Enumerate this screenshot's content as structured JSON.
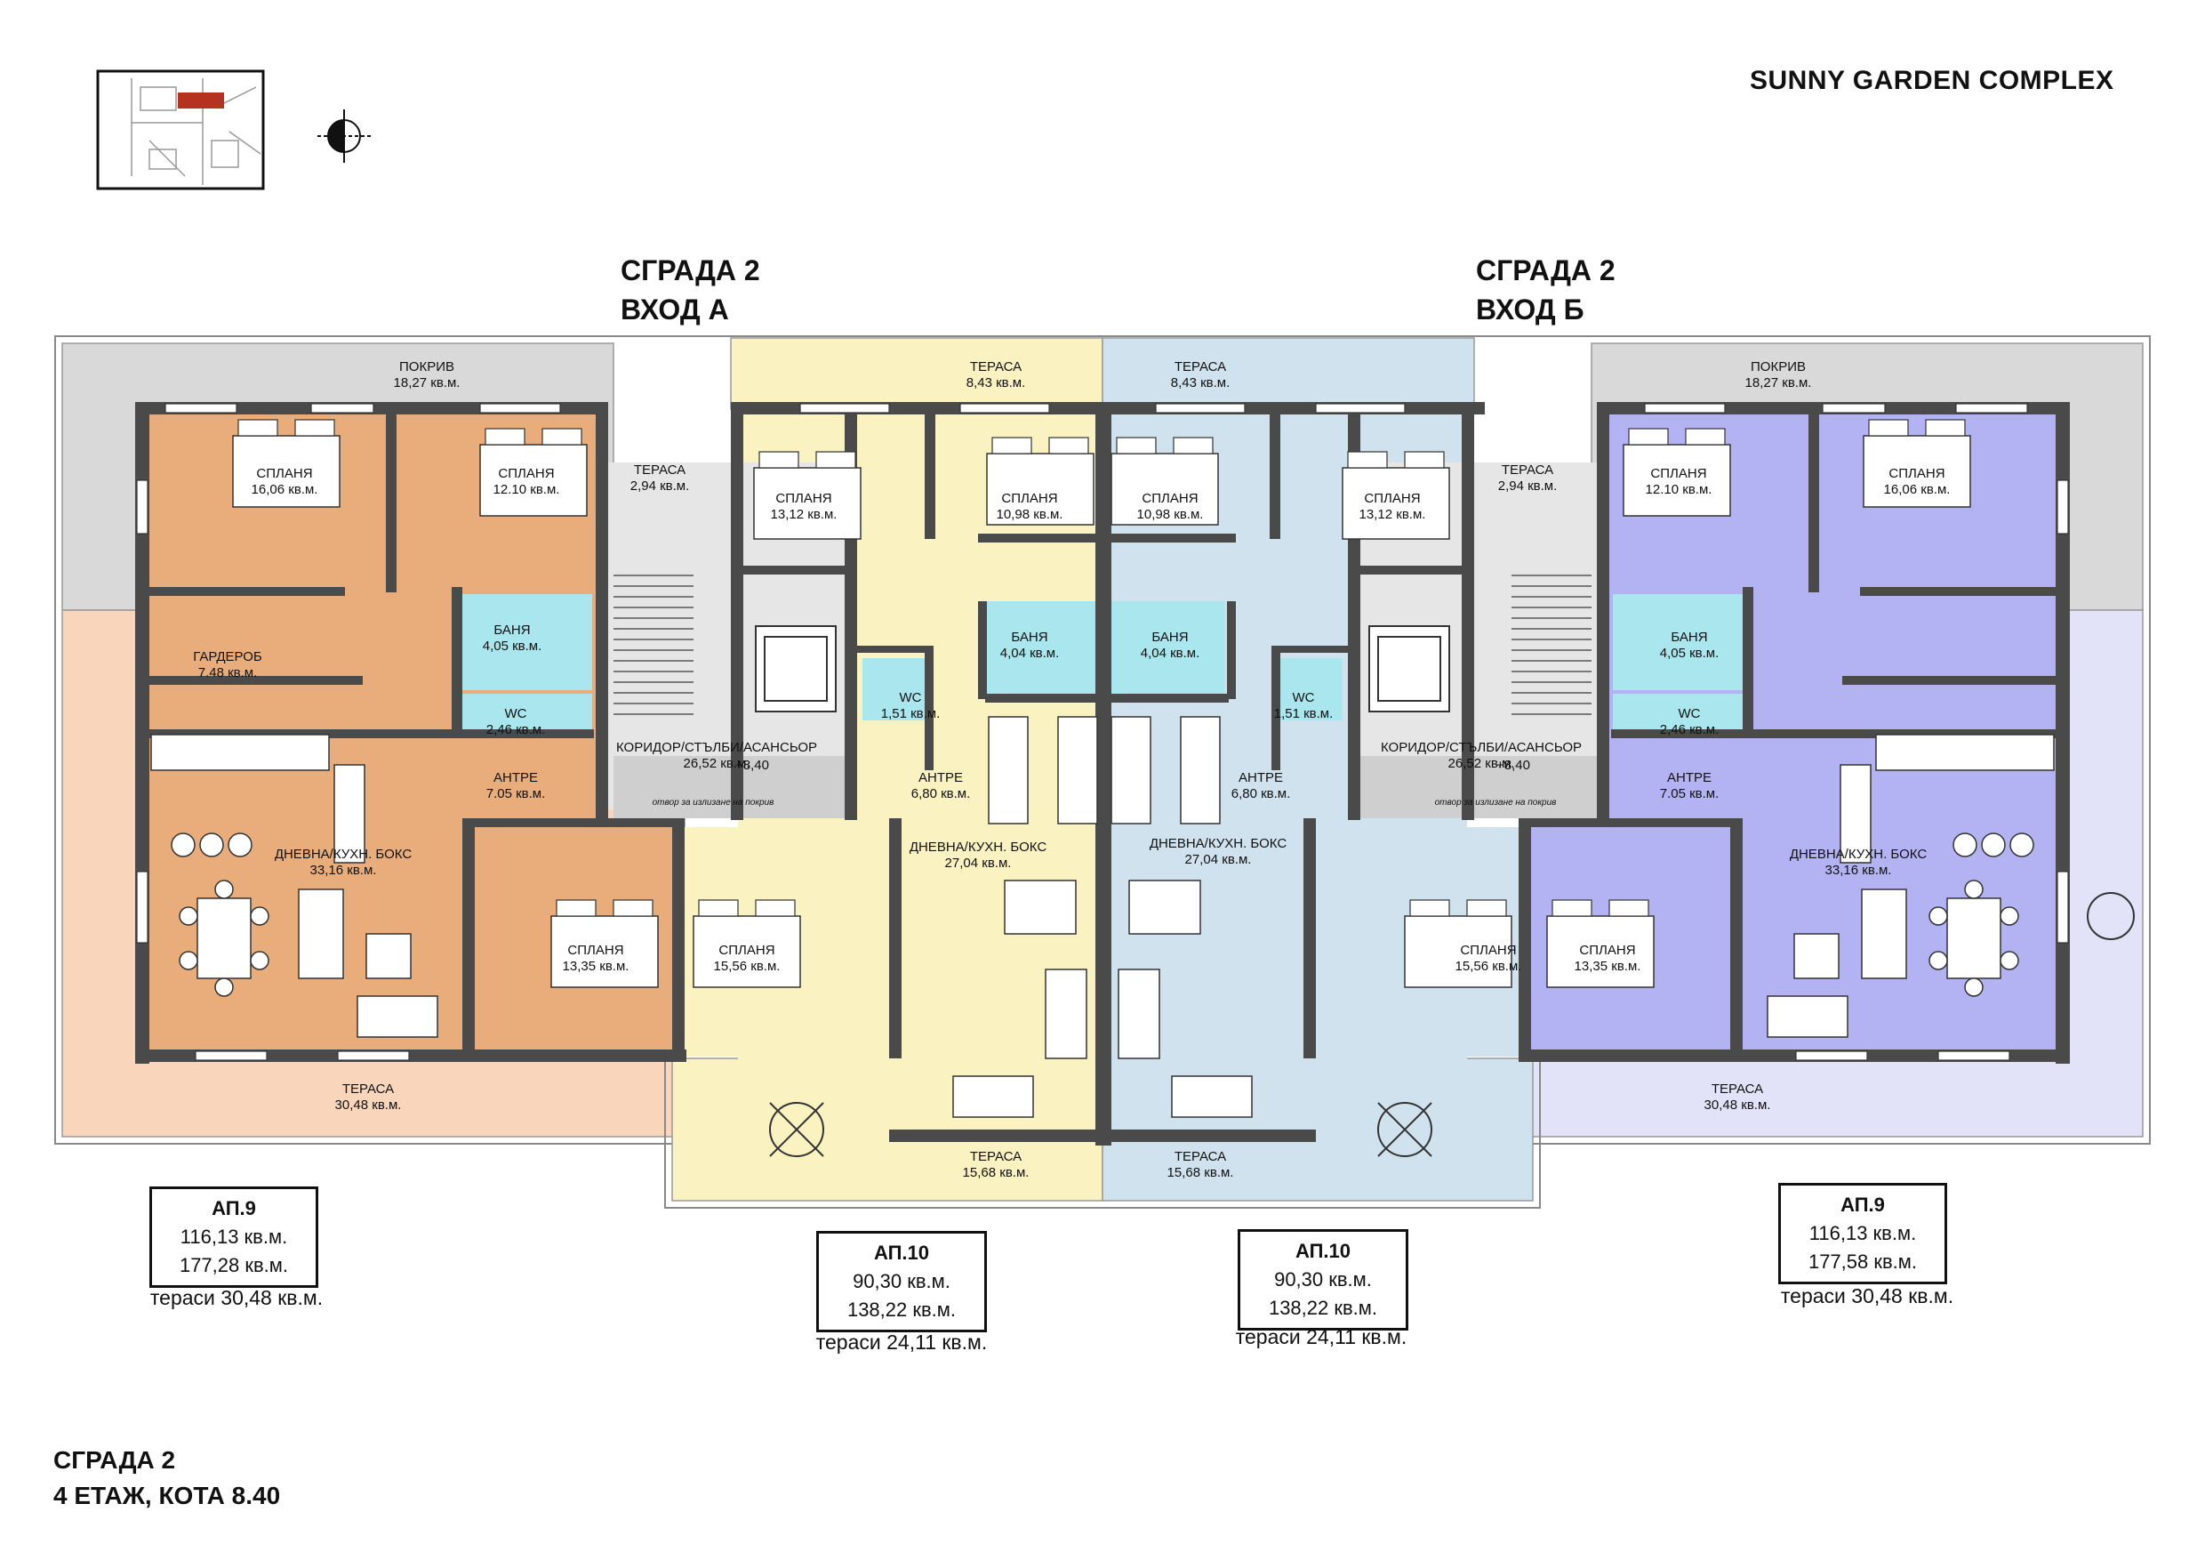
{
  "header": {
    "title": "SUNNY GARDEN COMPLEX"
  },
  "entrances": [
    {
      "line1": "СГРАДА 2",
      "line2": "ВХОД А"
    },
    {
      "line1": "СГРАДА 2",
      "line2": "ВХОД Б"
    }
  ],
  "rooms": {
    "roof_l": {
      "name": "ПОКРИВ",
      "area": "18,27 кв.м."
    },
    "roof_r": {
      "name": "ПОКРИВ",
      "area": "18,27 кв.м."
    },
    "terrace_top_a10": {
      "name": "ТЕРАСА",
      "area": "8,43 кв.м."
    },
    "terrace_top_b10": {
      "name": "ТЕРАСА",
      "area": "8,43 кв.м."
    },
    "terrace_small_a": {
      "name": "ТЕРАСА",
      "area": "2,94 кв.м."
    },
    "terrace_small_b": {
      "name": "ТЕРАСА",
      "area": "2,94 кв.м."
    },
    "bed_a9_1": {
      "name": "СПЛАНЯ",
      "area": "16,06 кв.м."
    },
    "bed_a9_2": {
      "name": "СПЛАНЯ",
      "area": "12.10 кв.м."
    },
    "bed_a9_3": {
      "name": "СПЛАНЯ",
      "area": "13,35 кв.м."
    },
    "bath_a9": {
      "name": "БАНЯ",
      "area": "4,05 кв.м."
    },
    "wc_a9": {
      "name": "WC",
      "area": "2,46 кв.м."
    },
    "wardrobe_a9": {
      "name": "ГАРДЕРОБ",
      "area": "7.48 кв.м."
    },
    "hall_a9": {
      "name": "АНТРЕ",
      "area": "7.05 кв.м."
    },
    "living_a9": {
      "name": "ДНЕВНА/КУХН. БОКС",
      "area": "33,16 кв.м."
    },
    "corr_a": {
      "name": "КОРИДОР/СТЪЛБИ/АСАНСЬОР",
      "area": "26,52 кв.м."
    },
    "level_a": "+8,40",
    "roof_exit_a": "отвор за излизане на покрив",
    "bed_a10_1": {
      "name": "СПЛАНЯ",
      "area": "13,12 кв.м."
    },
    "bed_a10_2": {
      "name": "СПЛАНЯ",
      "area": "10,98 кв.м."
    },
    "bed_a10_3": {
      "name": "СПЛАНЯ",
      "area": "15,56 кв.м."
    },
    "bath_a10": {
      "name": "БАНЯ",
      "area": "4,04 кв.м."
    },
    "wc_a10": {
      "name": "WC",
      "area": "1,51 кв.м."
    },
    "hall_a10": {
      "name": "АНТРЕ",
      "area": "6,80 кв.м."
    },
    "living_a10": {
      "name": "ДНЕВНА/КУХН. БОКС",
      "area": "27,04 кв.м."
    },
    "bed_b10_1": {
      "name": "СПЛАНЯ",
      "area": "10,98 кв.м."
    },
    "bed_b10_2": {
      "name": "СПЛАНЯ",
      "area": "13,12 кв.м."
    },
    "bed_b10_3": {
      "name": "СПЛАНЯ",
      "area": "15,56 кв.м."
    },
    "bath_b10": {
      "name": "БАНЯ",
      "area": "4,04 кв.м."
    },
    "wc_b10": {
      "name": "WC",
      "area": "1,51 кв.м."
    },
    "hall_b10": {
      "name": "АНТРЕ",
      "area": "6,80 кв.м."
    },
    "living_b10": {
      "name": "ДНЕВНА/КУХН. БОКС",
      "area": "27,04 кв.м."
    },
    "corr_b": {
      "name": "КОРИДОР/СТЪЛБИ/АСАНСЬОР",
      "area": "26,52 кв.м."
    },
    "level_b": "+8,40",
    "roof_exit_b": "отвор за излизане на покрив",
    "bed_b9_1": {
      "name": "СПЛАНЯ",
      "area": "12.10 кв.м."
    },
    "bed_b9_2": {
      "name": "СПЛАНЯ",
      "area": "16,06 кв.м."
    },
    "bed_b9_3": {
      "name": "СПЛАНЯ",
      "area": "13,35 кв.м."
    },
    "bath_b9": {
      "name": "БАНЯ",
      "area": "4,05 кв.м."
    },
    "wc_b9": {
      "name": "WC",
      "area": "2,46 кв.м."
    },
    "hall_b9": {
      "name": "АНТРЕ",
      "area": "7.05 кв.м."
    },
    "living_b9": {
      "name": "ДНЕВНА/КУХН. БОКС",
      "area": "33,16 кв.м."
    },
    "terrace_a9": {
      "name": "ТЕРАСА",
      "area": "30,48 кв.м."
    },
    "terrace_b9": {
      "name": "ТЕРАСА",
      "area": "30,48 кв.м."
    },
    "terrace_bot_a10": {
      "name": "ТЕРАСА",
      "area": "15,68 кв.м."
    },
    "terrace_bot_b10": {
      "name": "ТЕРАСА",
      "area": "15,68 кв.м."
    }
  },
  "apartments": [
    {
      "title": "АП.9",
      "area1": "116,13 кв.м.",
      "area2": "177,28 кв.м.",
      "terraces": "тераси 30,48 кв.м."
    },
    {
      "title": "АП.10",
      "area1": "90,30 кв.м.",
      "area2": "138,22 кв.м.",
      "terraces": "тераси 24,11 кв.м."
    },
    {
      "title": "АП.10",
      "area1": "90,30 кв.м.",
      "area2": "138,22 кв.м.",
      "terraces": "тераси 24,11 кв.м."
    },
    {
      "title": "АП.9",
      "area1": "116,13 кв.м.",
      "area2": "177,58 кв.м.",
      "terraces": "тераси 30,48 кв.м."
    }
  ],
  "footer": {
    "line1": "СГРАДА 2",
    "line2": "4 ЕТАЖ, КОТА 8.40"
  },
  "colors": {
    "ap9_left": "#e8ad7a",
    "ap10_left": "#fbf2c2",
    "ap10_right": "#cfe2ee",
    "ap9_right": "#b3b3f4",
    "terrace_ap9_left": "#f9d5bb",
    "terrace_ap9_right": "#e2e2f8",
    "roof": "#d9d9d9",
    "bath": "#a9e6ee",
    "wall": "#4a4a4a"
  }
}
